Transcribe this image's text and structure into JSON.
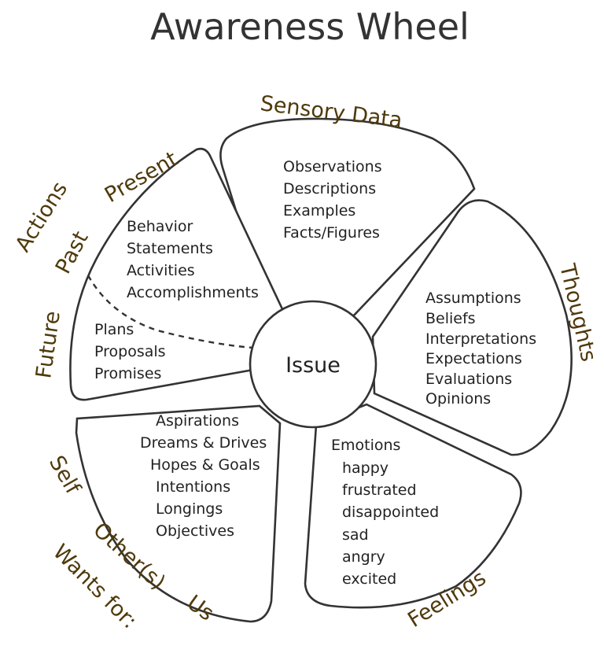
{
  "title": "Awareness Wheel",
  "hub": "Issue",
  "colors": {
    "category_text": "#4f3a0c",
    "outline": "#333333",
    "body_text": "#222222"
  },
  "categories": {
    "sensory_data": "Sensory Data",
    "thoughts": "Thoughts",
    "feelings": "Feelings",
    "wants_for": "Wants for:",
    "self": "Self",
    "others": "Other(s)",
    "us": "Us",
    "actions": "Actions",
    "future": "Future",
    "past": "Past",
    "present": "Present"
  },
  "sensory_items": [
    "Observations",
    "Descriptions",
    "Examples",
    "Facts/Figures"
  ],
  "thoughts_items": [
    "Assumptions",
    "Beliefs",
    "Interpretations",
    "Expectations",
    "Evaluations",
    "Opinions"
  ],
  "feelings_items": [
    "Emotions",
    "happy",
    "frustrated",
    "disappointed",
    "sad",
    "angry",
    "excited"
  ],
  "wants_items": [
    "Aspirations",
    "Dreams & Drives",
    "Hopes & Goals",
    "Intentions",
    "Longings",
    "Objectives"
  ],
  "actions_past_items": [
    "Behavior",
    "Statements",
    "Activities",
    "Accomplishments"
  ],
  "actions_future_items": [
    "Plans",
    "Proposals",
    "Promises"
  ]
}
